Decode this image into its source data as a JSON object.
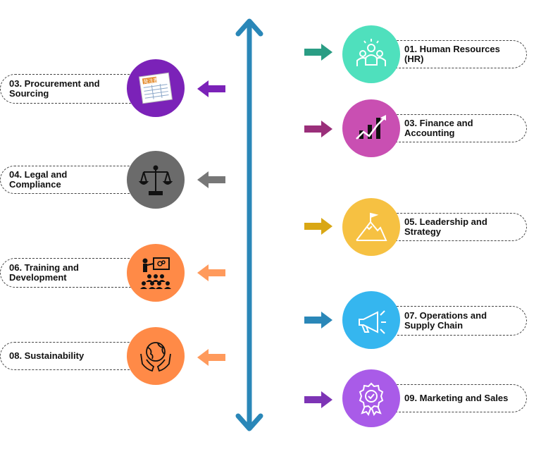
{
  "items": {
    "hr": {
      "label": "01. Human Resources (HR)",
      "color": "#4fe0bd",
      "arrow": "#2a9d84",
      "icon": "team-icon"
    },
    "finance": {
      "label": "03. Finance and Accounting",
      "color": "#c94fb2",
      "arrow": "#9a2f7a",
      "icon": "growth-chart-icon"
    },
    "procurement": {
      "label": "03. Procurement and Sourcing",
      "color": "#7b22b8",
      "arrow": "#7b22b8",
      "icon": "purchase-order-icon",
      "badge": "発注書"
    },
    "legal": {
      "label": "04. Legal and Compliance",
      "color": "#6b6b6b",
      "arrow": "#777777",
      "icon": "scales-icon"
    },
    "leadership": {
      "label": "05. Leadership and Strategy",
      "color": "#f6c142",
      "arrow": "#d9a714",
      "icon": "mountain-flag-icon"
    },
    "training": {
      "label": "06. Training and Development",
      "color": "#ff8a47",
      "arrow": "#ff9a5c",
      "icon": "presentation-icon"
    },
    "operations": {
      "label": "07. Operations and Supply Chain",
      "color": "#35b6ef",
      "arrow": "#2a87b8",
      "icon": "megaphone-icon"
    },
    "sustainability": {
      "label": "08. Sustainability",
      "color": "#ff8a47",
      "arrow": "#ff9a5c",
      "icon": "globe-hands-icon"
    },
    "marketing": {
      "label": "09. Marketing and Sales",
      "color": "#a95be8",
      "arrow": "#7d34b5",
      "icon": "award-badge-icon"
    }
  },
  "colors": {
    "axis": "#2a87b8",
    "border": "#444444"
  }
}
